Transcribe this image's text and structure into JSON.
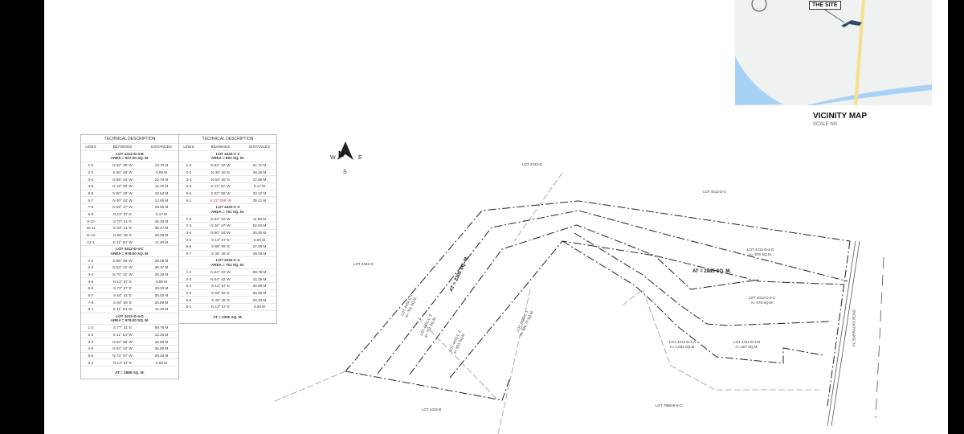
{
  "tables": [
    {
      "title": "TECHNICAL DESCRIPTION",
      "headers": [
        "LINES",
        "BEARINGS",
        "DISTANCES"
      ],
      "sections": [
        {
          "lot": "LOT 4412-D-4-B",
          "area": "AREA = 927.00 SQ. M.",
          "rows": [
            [
              "1-2",
              "N 83° 30' W",
              "13.70 M"
            ],
            [
              "2-3",
              "S 00° 26' W",
              "5.58 M"
            ],
            [
              "3-4",
              "N 85° 24' W",
              "22.70 M"
            ],
            [
              "4-5",
              "N 19° 50' W",
              "12.45 M"
            ],
            [
              "5-6",
              "N 50° 29' W",
              "10.64 M"
            ],
            [
              "6-7",
              "N 40° 04' W",
              "12.69 M"
            ],
            [
              "7-8",
              "N 66° 27' W",
              "29.96 M"
            ],
            [
              "8-9",
              "N 13° 57' E",
              "5.17 M"
            ],
            [
              "9-10",
              "S 70° 21' E",
              "28.26 M"
            ],
            [
              "10-11",
              "S 53° 21' E",
              "38.37 M"
            ],
            [
              "11-12",
              "N 86° 38' E",
              "28.08 M"
            ],
            [
              "12-1",
              "S 11° 54' W",
              "11.48 M"
            ]
          ]
        },
        {
          "lot": "LOT 4412-D-4-C",
          "area": "AREA = 979.00 SQ. M.",
          "rows": [
            [
              "1-2",
              "S 88° 38' W",
              "28.08 M"
            ],
            [
              "2-3",
              "N 53° 21' W",
              "38.37 M"
            ],
            [
              "3-4",
              "N 70° 21' W",
              "28.26 M"
            ],
            [
              "4-5",
              "N 13° 57' E",
              "5.99 M"
            ],
            [
              "5-6",
              "S 73° 57' E",
              "28.33 M"
            ],
            [
              "6-7",
              "S 64° 42' E",
              "36.00 M"
            ],
            [
              "7-8",
              "S 84° 59' E",
              "26.89 M"
            ],
            [
              "8-1",
              "S 11° 54' W",
              "12.25 M"
            ]
          ]
        },
        {
          "lot": "LOT 4412-D-4-D",
          "area": "AREA = 979.00 SQ. M.",
          "rows": [
            [
              "1-2",
              "S 77° 31' E",
              "89.76 M"
            ],
            [
              "2-3",
              "S 11° 54' W",
              "12.25 M"
            ],
            [
              "3-4",
              "N 84° 59' W",
              "26.89 M"
            ],
            [
              "4-5",
              "N 64° 42' W",
              "36.00 M"
            ],
            [
              "5-6",
              "N 73° 57' W",
              "28.33 M"
            ],
            [
              "6-1",
              "N 13° 57' E",
              "6.00 M"
            ]
          ]
        }
      ],
      "total": "AT = 2885 SQ. M."
    },
    {
      "title": "TECHNICAL DESCRIPTION",
      "headers": [
        "LINES",
        "BEARINGS",
        "DISTANCES"
      ],
      "sections": [
        {
          "lot": "LOT 4432-C-2",
          "area": "AREA = 803 SQ. M.",
          "rows": [
            [
              "1-2",
              "N 84° 22' W",
              "21.71 M"
            ],
            [
              "2-3",
              "N 36° 46' E",
              "49.29 M"
            ],
            [
              "3-4",
              "N 69° 06' E",
              "27.58 M"
            ],
            [
              "4-5",
              "S 13° 57' W",
              "5.17 M"
            ],
            [
              "5-6",
              "S 53° 09' W",
              "23.12 M"
            ],
            [
              "6-1",
              "S 23° 058' W",
              "35.41 M"
            ]
          ],
          "highlight_row": 5
        },
        {
          "lot": "LOT 4432-C-3",
          "area": "AREA = 751 SQ. M.",
          "rows": [
            [
              "1-2",
              "N 84° 22' W",
              "11.89 M"
            ],
            [
              "2-3",
              "N 36° 27' W",
              "62.63 M"
            ],
            [
              "3-4",
              "N 80° 34' W",
              "30.00 M"
            ],
            [
              "4-5",
              "S 13° 57' E",
              "6.00 M"
            ],
            [
              "5-6",
              "S 69° 06' E",
              "27.58 M"
            ],
            [
              "6-7",
              "S 36° 46' E",
              "49.29 M"
            ]
          ]
        },
        {
          "lot": "LOT 4432-C-4",
          "area": "AREA = 751 SQ. M.",
          "rows": [
            [
              "1-2",
              "N 64° 42' W",
              "89.76 M"
            ],
            [
              "2-3",
              "N 64° 42' W",
              "12.25 M"
            ],
            [
              "3-4",
              "S 13° 57' E",
              "26.89 M"
            ],
            [
              "4-5",
              "S 69° 06' E",
              "36.00 M"
            ],
            [
              "5-6",
              "S 36° 46' E",
              "28.33 M"
            ],
            [
              "6-1",
              "N 13° 57' E",
              "6.00 M"
            ]
          ]
        }
      ],
      "total": "AT = 2305 SQ. M."
    }
  ],
  "plan": {
    "compass": {
      "n": "N",
      "s": "S",
      "e": "E",
      "w": "W"
    },
    "labels": {
      "lot_4432_d": "LOT 4432-D",
      "lot_4412_d3": "LOT 4412-D-3",
      "lot_4432_g": "LOT 4432-G",
      "lot_4432_b": "LOT 4432-B",
      "lot_7965": "LOT 7965-B-5-C",
      "road": "PC BARRACKS ROAD",
      "d4d": "LOT 4412-D-4-D",
      "d4d_area": "A= 979 SQ.M.",
      "d4c": "LOT 4412-D-4-C",
      "d4c_area": "A= 979 SQ.M.",
      "d4a": "LOT 4412-D-4-A",
      "d4a_area": "A= 1,034 SQ.M.",
      "d4b": "LOT 4412-D-4-B",
      "d4b_area": "A= 927 SQ.M.",
      "at_2885": "AT = 2885 SQ. M.",
      "at_2305": "AT = 2305 SQ. M.",
      "c4": "LOT 4432-C-4",
      "c4_area": "A= 751 SQ.M.",
      "c3": "LOT 4432-C-3",
      "c3_area": "A= 751 SQ.M.",
      "c2": "LOT 4432-C-2",
      "c2_area": "A= 803 SQ.M.",
      "c1": "LOT 4432-C-1",
      "c1_area": "A= 686.74 SQ.M."
    }
  },
  "vicinity": {
    "title": "VICINITY MAP",
    "scale": "SCALE NN",
    "site": "THE SITE",
    "colors": {
      "water": "#a8d2f5",
      "road": "#f6e08a",
      "site": "#2d4a6b"
    }
  }
}
